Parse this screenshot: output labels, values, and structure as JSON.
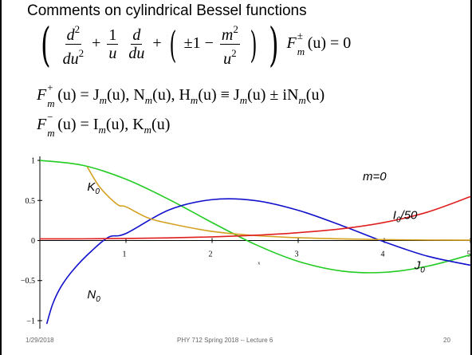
{
  "slide": {
    "title": "Comments on cylindrical Bessel functions",
    "footer": {
      "date": "1/29/2018",
      "course": "PHY 712  Spring 2018 -- Lecture 6",
      "page": "20"
    }
  },
  "equations": {
    "eq1": {
      "d2": "d",
      "sq": "2",
      "du2": "du",
      "one": "1",
      "u": "u",
      "d": "d",
      "du": "du",
      "pm1": "±1 −",
      "m2": "m",
      "u2": "u",
      "F": "F",
      "pm": "±",
      "m": "m",
      "arg": "(u) = 0"
    },
    "eq2": {
      "text": "(u) = J",
      "rest": "(u), N",
      "rest2": "(u), H",
      "rest3": "(u) ≡ J",
      "rest4": "(u) ± iN",
      "rest5": "(u)"
    },
    "eq3": {
      "text": "(u) = I",
      "rest": "(u), K",
      "rest2": "(u)"
    }
  },
  "chart_data": {
    "type": "line",
    "title": "",
    "xlabel": "x",
    "ylabel": "",
    "xlim": [
      0,
      5
    ],
    "ylim": [
      -1.1,
      1.05
    ],
    "xticks": [
      1,
      2,
      3,
      4,
      5
    ],
    "yticks": [
      1,
      0.5,
      0,
      -0.5,
      -1
    ],
    "ytick_labels": [
      "1",
      "0.5",
      "0",
      "−0.5",
      "−1"
    ],
    "annotation": "m=0",
    "series": [
      {
        "name": "J0",
        "label": "J",
        "subscript": "0",
        "color": "#22cc22",
        "x": [
          0,
          0.5,
          1,
          1.5,
          2,
          2.5,
          3,
          3.5,
          4,
          4.5,
          5
        ],
        "y": [
          1.0,
          0.938,
          0.765,
          0.512,
          0.224,
          -0.048,
          -0.26,
          -0.38,
          -0.397,
          -0.321,
          -0.178
        ]
      },
      {
        "name": "N0",
        "label": "N",
        "subscript": "0",
        "color": "#1111cc",
        "x": [
          0.08,
          0.15,
          0.25,
          0.4,
          0.6,
          0.8,
          1,
          1.5,
          2,
          2.5,
          3,
          3.5,
          4,
          4.5,
          5
        ],
        "y": [
          -1.04,
          -0.79,
          -0.568,
          -0.351,
          -0.131,
          0.043,
          0.088,
          0.382,
          0.51,
          0.498,
          0.377,
          0.189,
          -0.017,
          -0.195,
          -0.308
        ]
      },
      {
        "name": "K0",
        "label": "K",
        "subscript": "0",
        "color": "#d4a020",
        "x": [
          0.55,
          0.7,
          0.9,
          1,
          1.25,
          1.5,
          2,
          2.5,
          3,
          3.5,
          4,
          4.5,
          5
        ],
        "y": [
          0.92,
          0.66,
          0.45,
          0.421,
          0.285,
          0.214,
          0.114,
          0.062,
          0.035,
          0.02,
          0.011,
          0.006,
          0.004
        ]
      },
      {
        "name": "I0/50",
        "label": "I",
        "subscript": "0",
        "suffix": "/50",
        "color": "#e02020",
        "x": [
          0,
          0.5,
          1,
          1.5,
          2,
          2.5,
          3,
          3.5,
          4,
          4.5,
          5
        ],
        "y": [
          0.02,
          0.021,
          0.025,
          0.033,
          0.045,
          0.066,
          0.098,
          0.146,
          0.226,
          0.354,
          0.548
        ]
      }
    ]
  }
}
